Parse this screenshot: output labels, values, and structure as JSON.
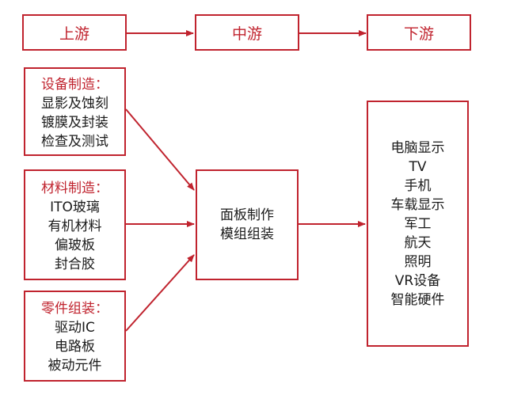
{
  "stages": {
    "upstream": "上游",
    "midstream": "中游",
    "downstream": "下游"
  },
  "groups": {
    "equipment": {
      "title": "设备制造：",
      "items": [
        "显影及蚀刻",
        "镀膜及封装",
        "检查及测试"
      ]
    },
    "materials": {
      "title": "材料制造：",
      "items": [
        "ITO玻璃",
        "有机材料",
        "偏玻板",
        "封合胶"
      ]
    },
    "parts": {
      "title": "零件组装：",
      "items": [
        "驱动IC",
        "电路板",
        "被动元件"
      ]
    }
  },
  "middle": {
    "items": [
      "面板制作",
      "模组组装"
    ]
  },
  "downstream_apps": {
    "items": [
      "电脑显示",
      "TV",
      "手机",
      "车载显示",
      "军工",
      "航天",
      "照明",
      "VR设备",
      "智能硬件"
    ]
  },
  "colors": {
    "accent": "#c0232e",
    "text": "#1a1a1a"
  }
}
